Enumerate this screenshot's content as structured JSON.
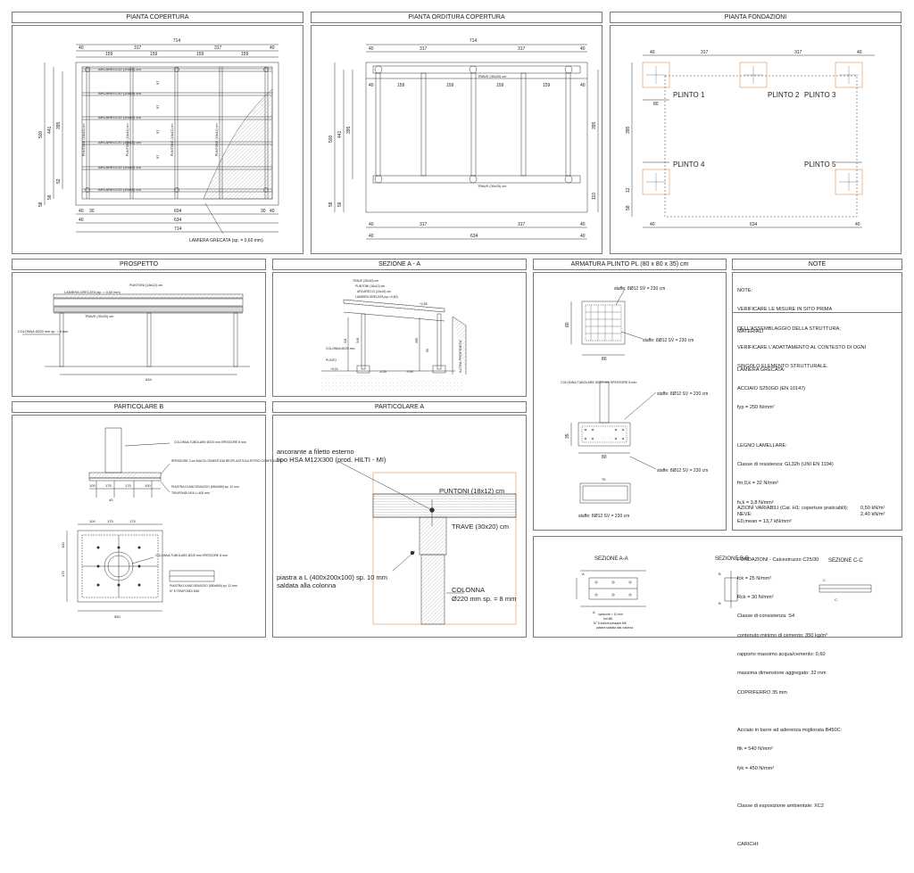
{
  "sheet": {
    "titles": {
      "pianta_copertura": "PIANTA COPERTURA",
      "pianta_orditura": "PIANTA ORDITURA COPERTURA",
      "pianta_fondazioni": "PIANTA FONDAZIONI",
      "prospetto": "PROSPETTO",
      "sezione_aa": "SEZIONE A - A",
      "armatura": "ARMATURA PLINTO PL (80 x 80 x 35) cm",
      "note": "NOTE",
      "particolare_b": "PARTICOLARE B",
      "particolare_a": "PARTICOLARE A"
    }
  },
  "copertura": {
    "dims_top": [
      "714",
      "40",
      "317",
      "317",
      "40",
      "159",
      "159",
      "159",
      "159"
    ],
    "dims_bottom": [
      "40",
      "30",
      "604",
      "30",
      "40",
      "634",
      "40",
      "714"
    ],
    "dims_left": [
      "500",
      "441",
      "395",
      "52",
      "56",
      "58"
    ],
    "arcarecci": [
      "ARCARECCIO (10x10) cm",
      "ARCARECCIO (10x10) cm",
      "ARCARECCIO (10x10) cm",
      "ARCARECCIO (10x10) cm",
      "ARCARECCIO (10x10) cm",
      "ARCARECCIO (10x10) cm"
    ],
    "puntoni": [
      "PUNTONE (18x12) cm",
      "PUNTONE (18x12) cm",
      "PUNTONE (18x12) cm",
      "PUNTONE (18x12) cm"
    ],
    "spacing": [
      "97",
      "97",
      "97",
      "97"
    ],
    "lamiera_label": "LAMIERA GRECATA (sp. = 0,60 mm)"
  },
  "orditura": {
    "dims_top": [
      "714",
      "40",
      "317",
      "317",
      "40",
      "40",
      "159",
      "159",
      "159",
      "159",
      "40"
    ],
    "travi": [
      "TRAVE (30x20) cm",
      "TRAVE (30x20) cm"
    ],
    "dims_left": [
      "500",
      "441",
      "395",
      "58",
      "56"
    ],
    "dims_right": [
      "395",
      "110"
    ],
    "dims_bottom": [
      "40",
      "317",
      "317",
      "40",
      "40",
      "634",
      "40"
    ]
  },
  "fondazioni": {
    "plinti": [
      "PLINTO 1",
      "PLINTO 2",
      "PLINTO 3",
      "PLINTO 4",
      "PLINTO 5"
    ],
    "dims_top": [
      "40",
      "317",
      "317",
      "40"
    ],
    "dim80": "80",
    "dims_left": [
      "395",
      "58",
      "12"
    ],
    "dims_bottom": [
      "40",
      "634",
      "40"
    ]
  },
  "prospetto": {
    "puntoni": "PUNTONI (18x12) cm",
    "lamiera": "LAMIERA GRECATA (sp. = 0,60 mm)",
    "trave": "TRAVE (30x20) cm",
    "colonna": "COLONNA Ø220 mm sp. = 8 mm",
    "dim": "634"
  },
  "sezione": {
    "labels": [
      "TRAVE (30x20) cm",
      "PUNTONI (18x12) cm",
      "ARCARECCI (10x10) cm",
      "LAMIERA GRECATA (sp.=0,60)",
      "COLONNA Ø220 mm",
      "PLINTO"
    ],
    "altra": "ALTRA PROPRIETA'",
    "quote": [
      "+0,00",
      "-0,35",
      "-0,90",
      "+2,85"
    ],
    "dims": [
      "311",
      "349",
      "395",
      "90"
    ]
  },
  "armatura": {
    "staffe1": "staffe: 8Ø12 SV = 230 cm",
    "staffe2": "staffe: 8Ø12 SV = 230 cm",
    "staffe3": "staffe: 8Ø12 SV = 230 cm",
    "staffe4": "staffe: 8Ø12 SV = 230 cm",
    "staffe5": "staffe: 8Ø12 SV = 230 cm",
    "colonna": "COLONNA TUBOLARE Ø220 mm SPESSORE 8 mm",
    "d80": "80",
    "d35": "35",
    "d75": "75"
  },
  "notes": {
    "title": "NOTE:",
    "lines": [
      "VERIFICARE LE MISURE IN SITO PRIMA",
      "DELL'ASSEMBLAGGIO DELLA STRUTTURA;",
      "VERIFICARE L'ADATTAMENTO AL CONTESTO DI OGNI",
      "SINGOLO ELEMENTO STRUTTURALE."
    ],
    "materiali": "MATERIALI",
    "lamiera": [
      "LAMIERA GRECATA:",
      "ACCIAIO S250GD (EN 10147)",
      "fyp = 250 N/mm²"
    ],
    "legno": [
      "LEGNO LAMELLARE:",
      "Classe di resistenza: GL32h (UNI EN 1194)",
      "fm,0,k = 32 N/mm²",
      "fv,k = 3,8 N/mm²",
      "E0,mean = 13,7 kN/mm²"
    ],
    "fondazioni": [
      "FONDAZIONI - Calcestruzzo C25/30",
      "fck = 25 N/mm²",
      "Rck = 30 N/mm²",
      "Classe di consistenza: S4",
      "contenuto minimo di cemento: 350 kg/m³",
      "rapporto massimo acqua/cemento: 0,60",
      "massima dimensione aggregato: 32 mm",
      "COPRIFERRO 35 mm"
    ],
    "acciaio": [
      "Acciaio in barre ad aderenza migliorata B450C:",
      "ftk = 540 N/mm²",
      "fyk = 450 N/mm²"
    ],
    "esposizione": "Classe di esposizione ambientale: XC2",
    "carichi": "CARICHI:",
    "azioni_label": "AZIONI VARIABILI (Cat. H1: coperture praticabili):",
    "azioni_value": "0,50 kN/m²",
    "neve_label": "NEVE:",
    "neve_value": "2,40 kN/m²"
  },
  "particolare_b": {
    "labels": [
      "COLONNA TUBOLARE Ø220 mm SPESSORE 8 mm",
      "SPESSORE 2 cm MALTA CEMENTIZIA REOPLASTICA A RITIRO COMPENSATO",
      "PIASTRA DI ANCORAGGIO (550x550) sp. 12 mm",
      "TIRAFONDI M16 L=400 mm",
      "COLONNA TUBOLARE Ø220 mm SPESSORE 8 mm",
      "PIASTRA DI ANCORAGGIO (550x550) sp. 12 mm",
      "N° 8 TIRAFONDI M16"
    ],
    "dims": [
      "100",
      "175",
      "175",
      "100",
      "550",
      "40",
      "175",
      "100",
      "100",
      "175",
      "175"
    ]
  },
  "particolare_a": {
    "ancorante1": "ancorante a filetto esterno",
    "ancorante2": "tipo HSA M12X300 (prod. HILTI - MI)",
    "puntoni": "PUNTONI (18x12) cm",
    "trave": "TRAVE (30x20) cm",
    "piastra1": "piastra a L (400x200x100) sp. 10 mm",
    "piastra2": "saldata alla colonna",
    "colonna1": "COLONNA",
    "colonna2": "Ø220 mm sp. = 8  mm"
  },
  "sezioni_bottom": {
    "titles": [
      "SEZIONE A-A",
      "SEZIONE B-B",
      "SEZIONE C-C"
    ],
    "note": [
      "spessore = 10 mm",
      "fori Ø6",
      "N° 6 bulloni passanti M6",
      "piastra saldata alla colonna"
    ],
    "labels_a": [
      "A",
      "A",
      "B",
      "B",
      "C",
      "C"
    ]
  },
  "colors": {
    "line": "#333333",
    "accent": "#d9782e",
    "hatch": "#8a8a8a"
  }
}
